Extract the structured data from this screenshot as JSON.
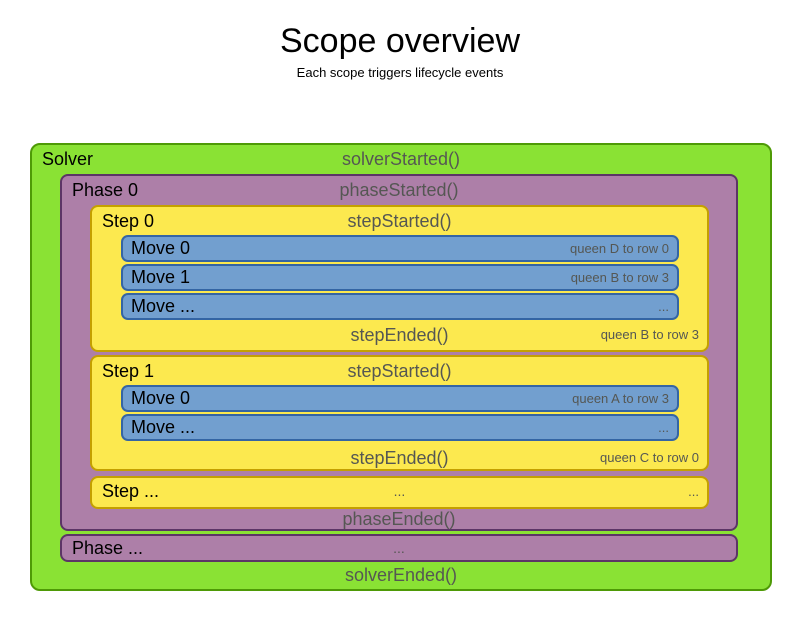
{
  "title": "Scope overview",
  "subtitle": "Each scope triggers lifecycle events",
  "colors": {
    "solver_fill": "#8ae234",
    "solver_border": "#4e9a06",
    "phase_fill": "#ad7fa8",
    "phase_border": "#5c3566",
    "step_fill": "#fce94f",
    "step_border": "#c4a000",
    "move_fill": "#729fcf",
    "move_border": "#3465a4",
    "event_text": "#555753",
    "label_text": "#000000"
  },
  "solver": {
    "label": "Solver",
    "start_event": "solverStarted()",
    "end_event": "solverEnded()",
    "phases": [
      {
        "label": "Phase 0",
        "start_event": "phaseStarted()",
        "end_event": "phaseEnded()",
        "steps": [
          {
            "label": "Step 0",
            "start_event": "stepStarted()",
            "moves": [
              {
                "label": "Move 0",
                "detail": "queen D to row 0"
              },
              {
                "label": "Move 1",
                "detail": "queen B to row 3"
              },
              {
                "label": "Move ...",
                "detail": "..."
              }
            ],
            "end_event": "stepEnded()",
            "end_detail": "queen B to row 3"
          },
          {
            "label": "Step 1",
            "start_event": "stepStarted()",
            "moves": [
              {
                "label": "Move 0",
                "detail": "queen A to row 3"
              },
              {
                "label": "Move ...",
                "detail": "..."
              }
            ],
            "end_event": "stepEnded()",
            "end_detail": "queen C to row 0"
          },
          {
            "label": "Step ...",
            "center_text": "...",
            "right_text": "..."
          }
        ]
      },
      {
        "label": "Phase ...",
        "center_text": "..."
      }
    ]
  }
}
